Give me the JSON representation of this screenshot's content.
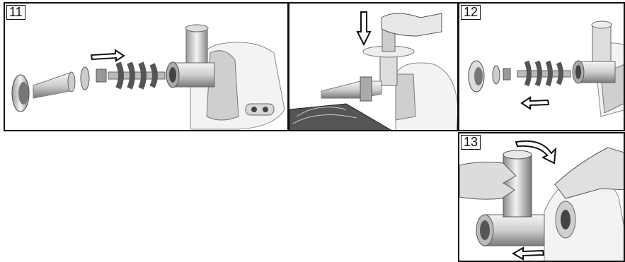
{
  "figure": {
    "steps": {
      "step_11": "11",
      "step_12": "12",
      "step_13": "13"
    },
    "colors": {
      "border": "#111111",
      "metal_light": "#e6e6e6",
      "metal_dark": "#777777",
      "housing": "#f2f2f2",
      "arrow": "#ffffff"
    }
  }
}
